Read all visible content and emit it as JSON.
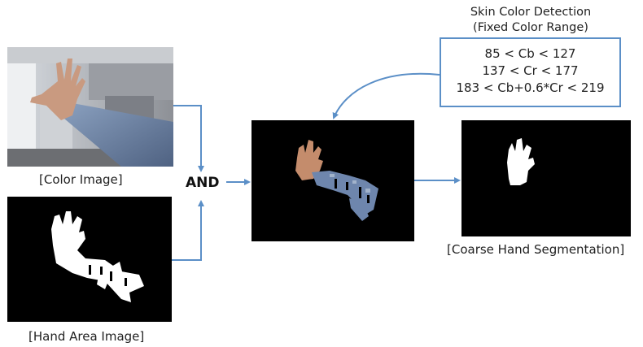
{
  "labels": {
    "color_image": "[Color Image]",
    "hand_area_image": "[Hand Area Image]",
    "and_op": "AND",
    "coarse_seg": "[Coarse Hand Segmentation]"
  },
  "skin_detection": {
    "title": "Skin Color Detection",
    "subtitle": "(Fixed Color Range)",
    "rules": [
      "85 < Cb < 127",
      "137 < Cr < 177",
      "183 < Cb+0.6*Cr < 219"
    ]
  },
  "colors": {
    "arrow": "#5b8fc7",
    "panel_bg": "#000000",
    "mask": "#ffffff"
  }
}
